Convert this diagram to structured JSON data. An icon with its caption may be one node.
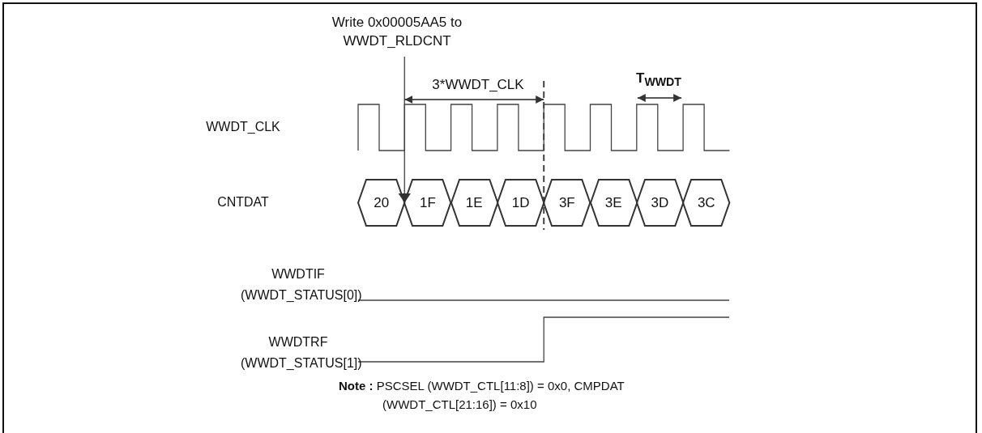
{
  "diagram": {
    "nodes": [
      {
        "text": [
          "Write 0x00005AA5 to WWDT_RLDCNT"
        ]
      },
      {
        "text": [
          "20"
        ]
      },
      {
        "text": [
          "1F"
        ]
      },
      {
        "text": [
          "1E"
        ]
      },
      {
        "text": [
          "1D"
        ]
      },
      {
        "text": [
          "3F"
        ]
      },
      {
        "text": [
          "3E"
        ]
      },
      {
        "text": [
          "3D"
        ]
      },
      {
        "text": [
          "3C"
        ]
      }
    ],
    "edges": [
      {
        "from": 0,
        "to": 2,
        "arrow": "to"
      }
    ],
    "labels": [
      "3*WWDT_CLK",
      "T$_{WWDT}$",
      "WWDT_CLK",
      "CNTDAT",
      "WWDTIF (WWDT_STATUS[0])",
      "WWDTRF (WWDT_STATUS[1])",
      "**Note :** PSCSEL (WWDT_CTL[11:8]) = 0x0, CMPDAT (WWDT_CTL[21:16]) = 0x10"
    ]
  }
}
